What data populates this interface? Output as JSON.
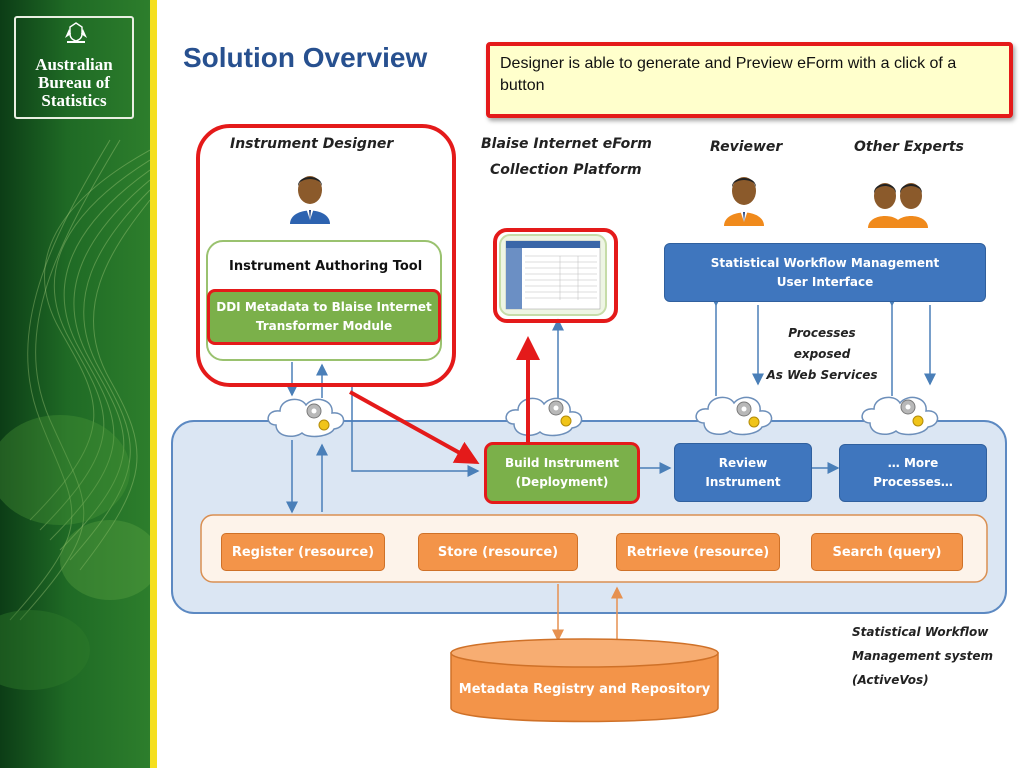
{
  "slide": {
    "title": "Solution Overview",
    "callout": "Designer is able to generate and Preview eForm with a click of a button"
  },
  "logo": {
    "line1": "Australian",
    "line2": "Bureau of",
    "line3": "Statistics"
  },
  "actors": {
    "designer": "Instrument Designer",
    "platform_line1": "Blaise Internet eForm",
    "platform_line2": "Collection Platform",
    "reviewer": "Reviewer",
    "experts": "Other Experts"
  },
  "boxes": {
    "authoring_tool": "Instrument Authoring Tool",
    "ddi_line1": "DDI Metadata to Blaise Internet",
    "ddi_line2": "Transformer Module",
    "swm_ui_line1": "Statistical Workflow Management",
    "swm_ui_line2": "User Interface",
    "build_line1": "Build Instrument",
    "build_line2": "(Deployment)",
    "review_line1": "Review",
    "review_line2": "Instrument",
    "more_line1": "… More",
    "more_line2": "Processes…",
    "register": "Register (resource)",
    "store": "Store (resource)",
    "retrieve": "Retrieve (resource)",
    "search": "Search (query)",
    "repository": "Metadata Registry and Repository"
  },
  "notes": {
    "processes_line1": "Processes exposed",
    "processes_line2": "As Web Services",
    "system_line1": "Statistical Workflow",
    "system_line2": "Management system",
    "system_line3": "(ActiveVos)"
  },
  "colors": {
    "accent_red": "#e41a1a",
    "title_blue": "#27508f",
    "box_green": "#7bb04a",
    "box_blue": "#3f76be",
    "box_orange": "#f39449",
    "callout_yellow": "#ffffcc"
  }
}
